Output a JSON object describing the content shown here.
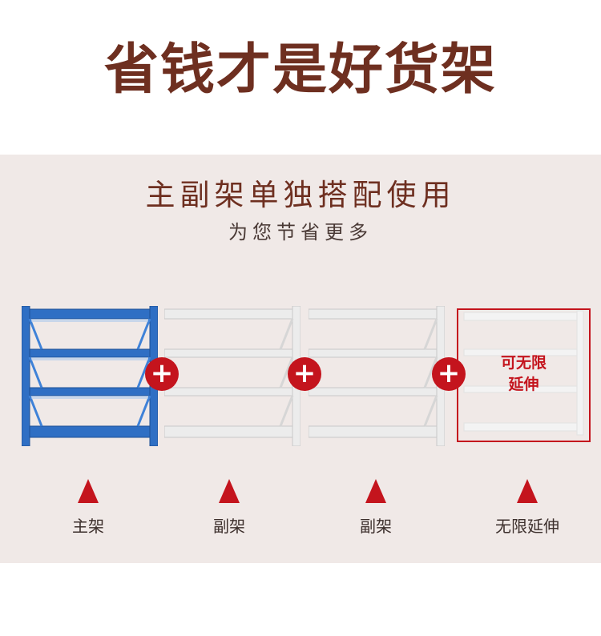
{
  "headline": "省钱才是好货架",
  "section": {
    "title": "主副架单独搭配使用",
    "caption": "为您节省更多"
  },
  "extension_note": {
    "line1": "可无限",
    "line2": "延伸"
  },
  "plus_symbol": "+",
  "labels": [
    "主架",
    "副架",
    "副架",
    "无限延伸"
  ],
  "colors": {
    "brand_brown": "#6e2f20",
    "accent_red": "#c4141d",
    "main_rack_blue": "#2f6fc4",
    "sub_rack_white": "#e9e9e9",
    "panel_bg": "#f0e9e7"
  }
}
